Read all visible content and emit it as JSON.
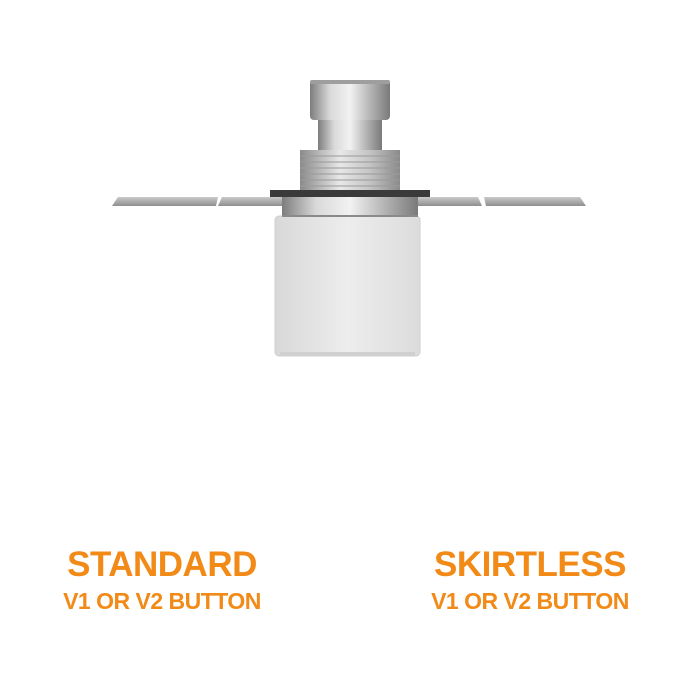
{
  "captions": [
    {
      "title": "STANDARD",
      "subtitle": "V1 OR V2 BUTTON"
    },
    {
      "title": "SKIRTLESS",
      "subtitle": "V1 OR V2 BUTTON"
    }
  ],
  "colors": {
    "accent": "#f28a18",
    "background": "#ffffff",
    "metal": "#b8b8b8",
    "plate": "#9c9c9c",
    "housing": "#e6e6e6"
  }
}
